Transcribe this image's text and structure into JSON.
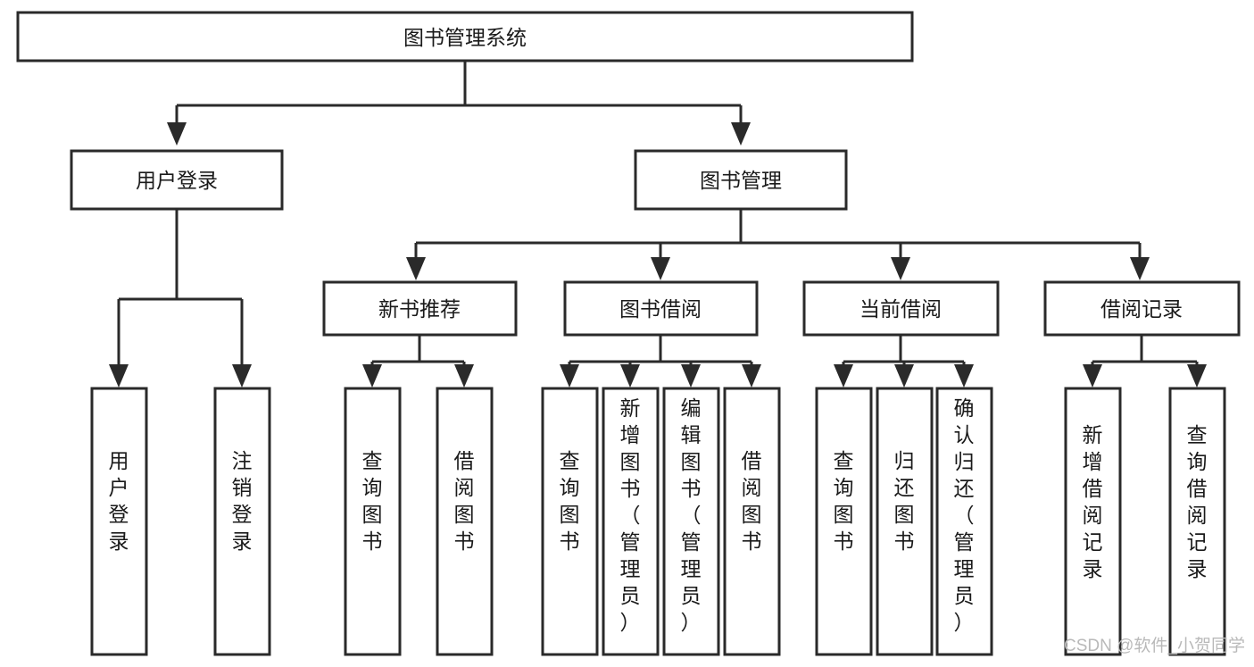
{
  "diagram": {
    "title": "图书管理系统",
    "type": "hierarchy-tree",
    "levels": 4,
    "root": {
      "id": "root",
      "label": "图书管理系统"
    },
    "level2": [
      {
        "id": "user-login",
        "label": "用户登录"
      },
      {
        "id": "book-management",
        "label": "图书管理"
      }
    ],
    "level3": [
      {
        "id": "new-book-recommend",
        "label": "新书推荐",
        "parent": "book-management"
      },
      {
        "id": "book-borrow",
        "label": "图书借阅",
        "parent": "book-management"
      },
      {
        "id": "current-borrow",
        "label": "当前借阅",
        "parent": "book-management"
      },
      {
        "id": "borrow-record",
        "label": "借阅记录",
        "parent": "book-management"
      }
    ],
    "leaves": {
      "user-login": [
        {
          "id": "leaf-user-login",
          "label": "用户登录"
        },
        {
          "id": "leaf-logout",
          "label": "注销登录"
        }
      ],
      "new-book-recommend": [
        {
          "id": "leaf-query-book-1",
          "label": "查询图书"
        },
        {
          "id": "leaf-borrow-book-1",
          "label": "借阅图书"
        }
      ],
      "book-borrow": [
        {
          "id": "leaf-query-book-2",
          "label": "查询图书"
        },
        {
          "id": "leaf-add-book",
          "label": "新增图书（管理员）"
        },
        {
          "id": "leaf-edit-book",
          "label": "编辑图书（管理员）"
        },
        {
          "id": "leaf-borrow-book-2",
          "label": "借阅图书"
        }
      ],
      "current-borrow": [
        {
          "id": "leaf-query-book-3",
          "label": "查询图书"
        },
        {
          "id": "leaf-return-book",
          "label": "归还图书"
        },
        {
          "id": "leaf-confirm-return",
          "label": "确认归还（管理员）"
        }
      ],
      "borrow-record": [
        {
          "id": "leaf-add-record",
          "label": "新增借阅记录"
        },
        {
          "id": "leaf-query-record",
          "label": "查询借阅记录"
        }
      ]
    }
  },
  "watermark": {
    "text": "CSDN @软件_小贺同学"
  },
  "colors": {
    "stroke": "#2a2a2a",
    "fill": "#ffffff",
    "text": "#1a1a1a",
    "watermark": "#b9b9b9"
  }
}
